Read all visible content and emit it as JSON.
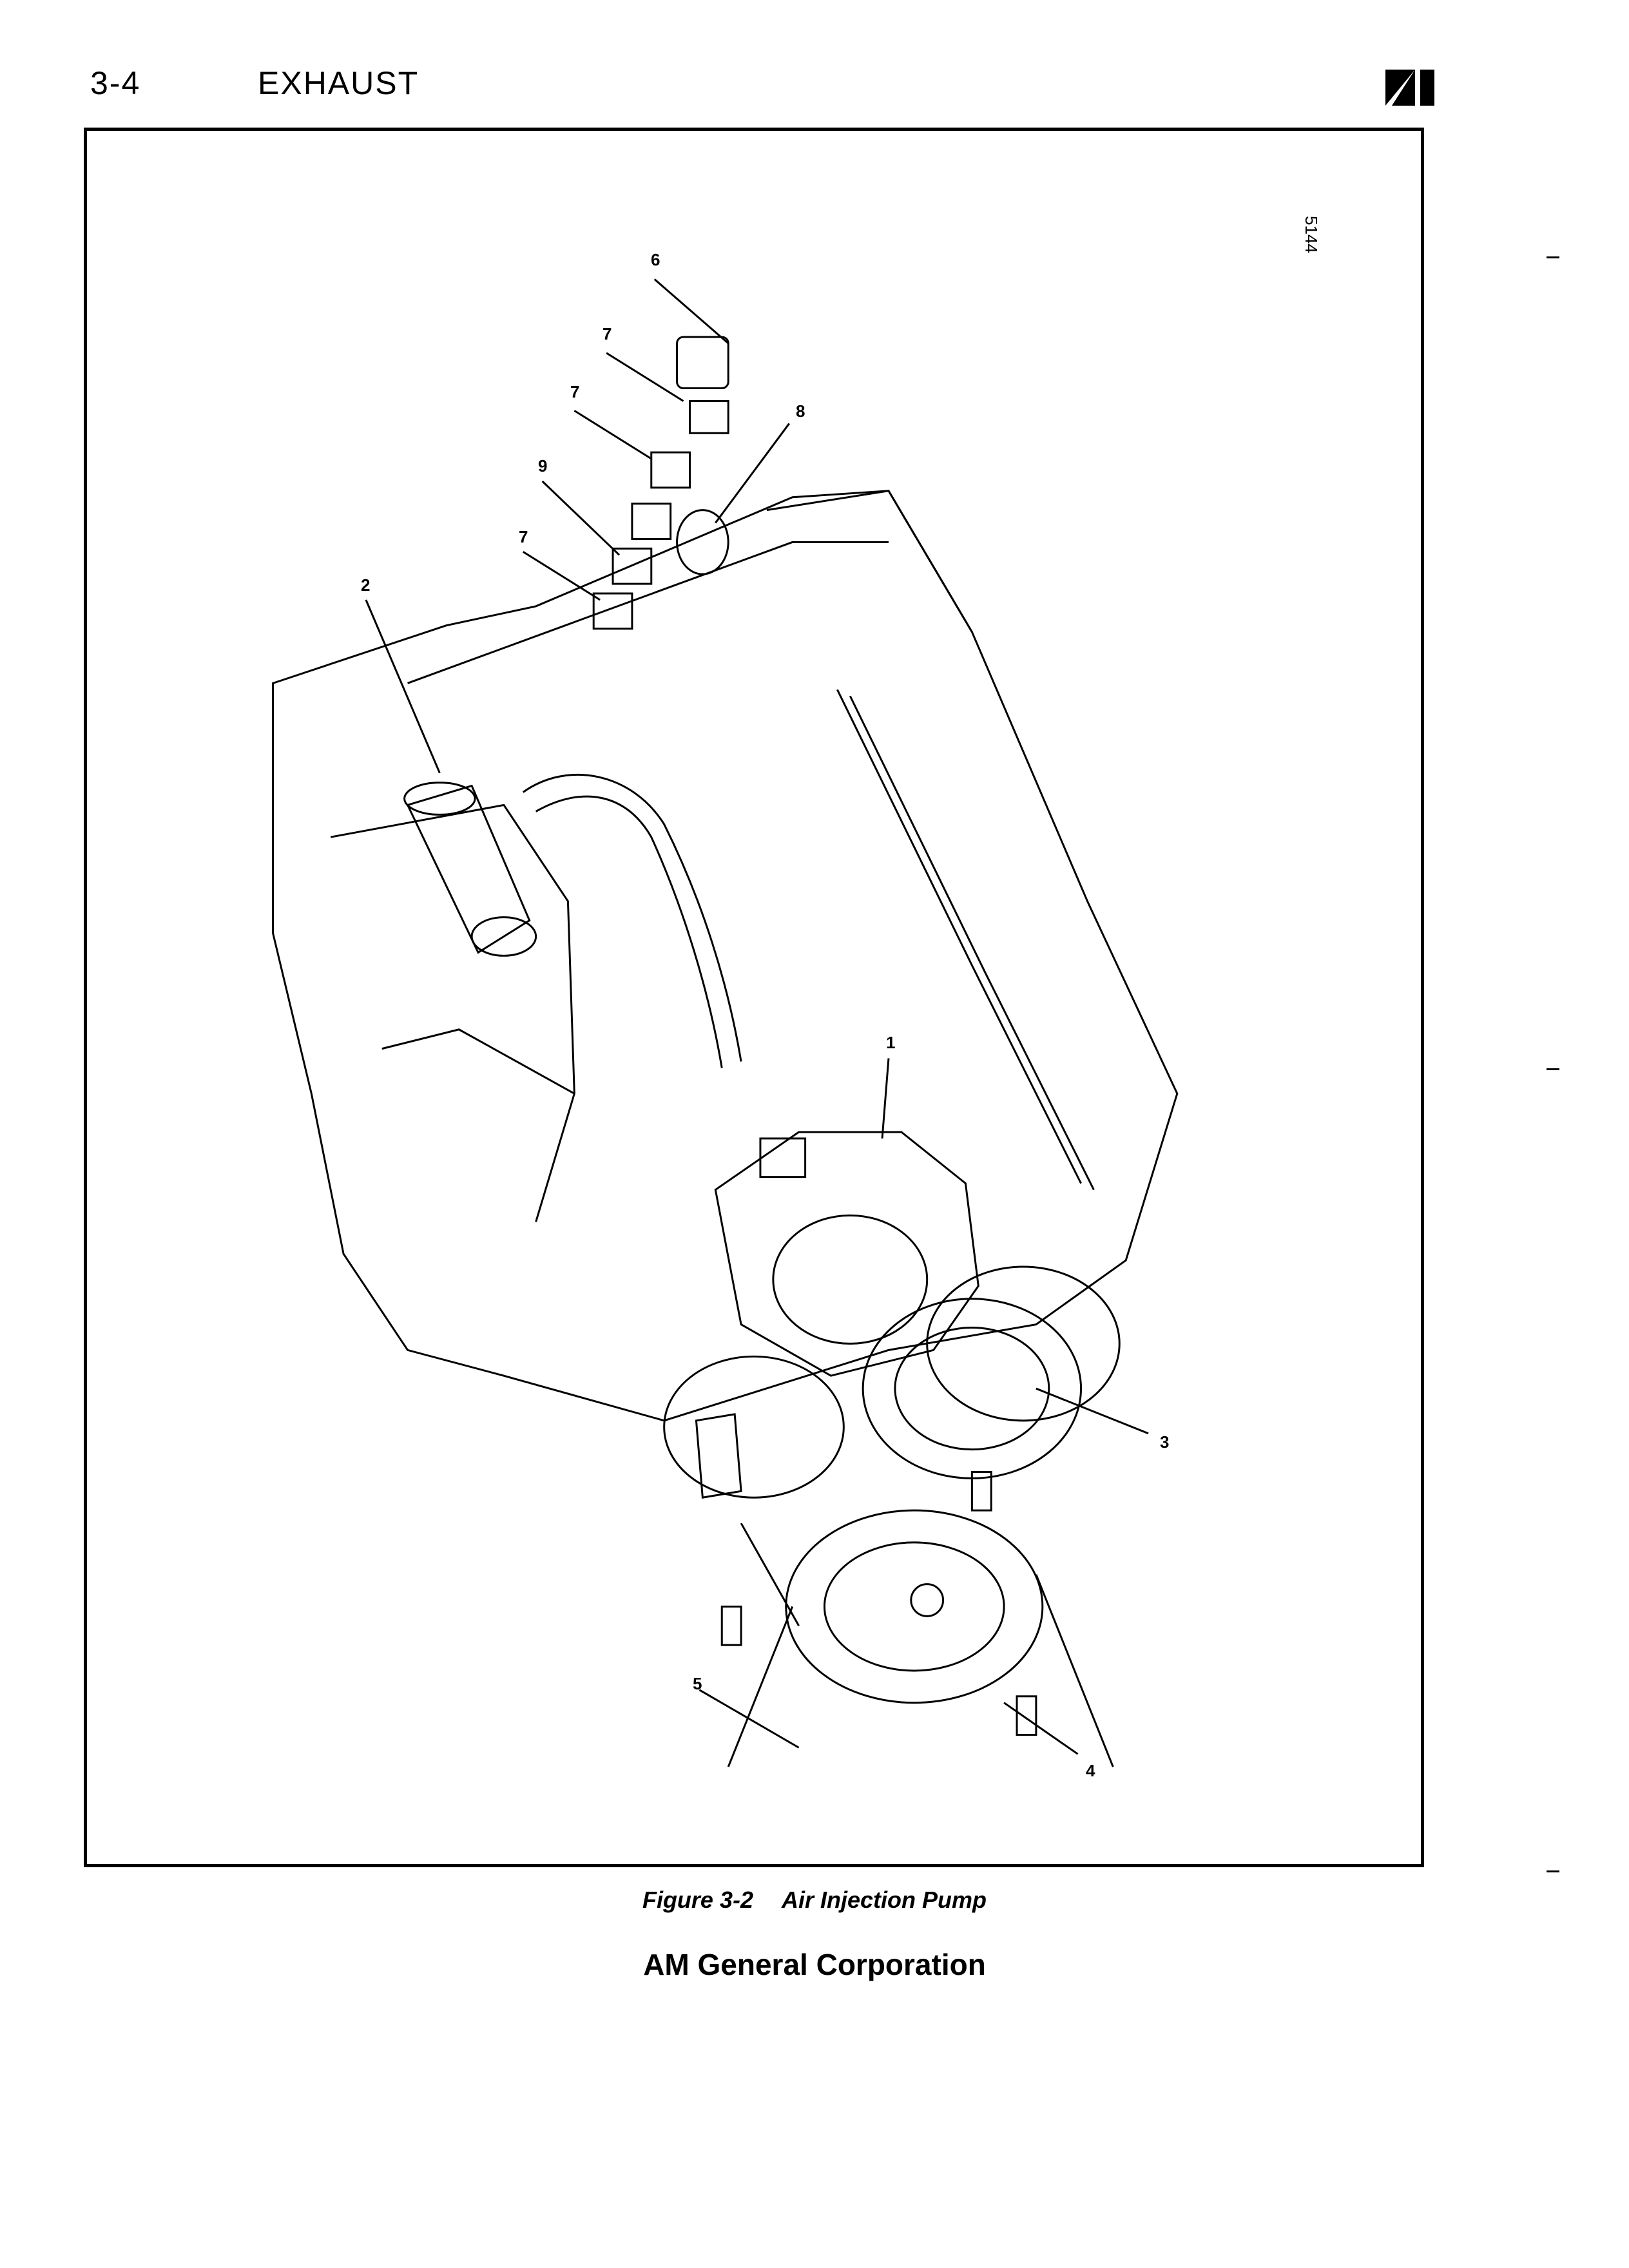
{
  "header": {
    "page_number": "3-4",
    "section": "EXHAUST"
  },
  "figure": {
    "id_number": "5144",
    "callouts": [
      "1",
      "2",
      "3",
      "4",
      "5",
      "6",
      "7",
      "7",
      "7",
      "8",
      "9"
    ],
    "label": "Figure 3-2",
    "title": "Air Injection Pump"
  },
  "footer": {
    "company": "AM General Corporation"
  }
}
